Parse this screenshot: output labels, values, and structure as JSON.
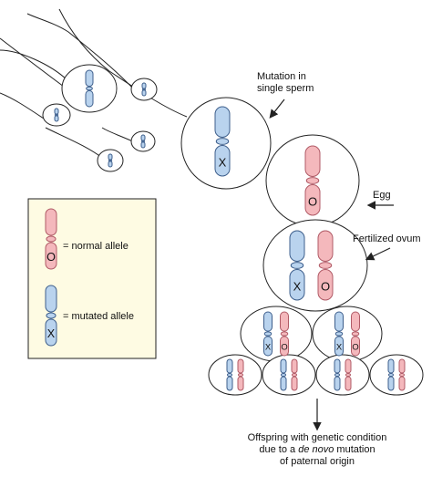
{
  "labels": {
    "mutation_line1": "Mutation in",
    "mutation_line2": "single sperm",
    "egg": "Egg",
    "fertilized": "Fertilized ovum",
    "offspring_line1": "Offspring with genetic condition",
    "offspring_line2a": "due to a ",
    "offspring_line2b": "de novo",
    "offspring_line2c": " mutation",
    "offspring_line3": "of paternal origin"
  },
  "legend": {
    "normal_label": "= normal allele",
    "mutated_label": "= mutated allele",
    "normal_letter": "O",
    "mutated_letter": "X"
  },
  "alleles": {
    "normal_letter": "O",
    "mutated_letter": "X"
  },
  "colors": {
    "normal_fill": "#f4b8bc",
    "normal_stroke": "#b05a66",
    "mutated_fill": "#b9d3ee",
    "mutated_stroke": "#3e5f8c",
    "legend_bg": "#fefbe3",
    "line": "#222222"
  }
}
